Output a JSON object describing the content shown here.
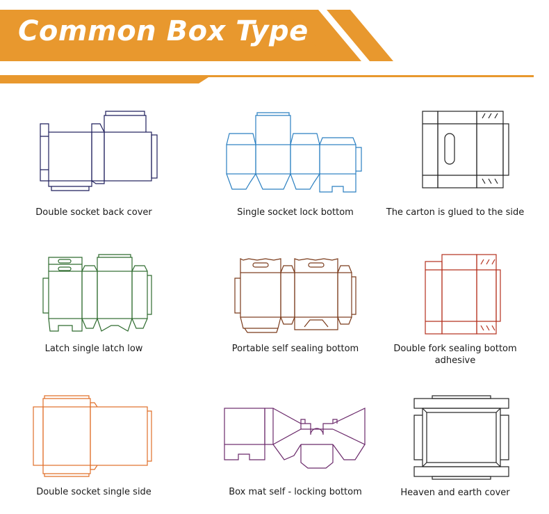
{
  "header": {
    "title": "Common Box Type"
  },
  "colors": {
    "accent": "#e8982e",
    "navy": "#1f1f5c",
    "blue": "#2a7fc1",
    "black": "#222222",
    "green": "#2e6b2e",
    "brown": "#7a3a1a",
    "red": "#b4301d",
    "orange": "#e06f28",
    "purple": "#6b2a6b"
  },
  "boxes": [
    {
      "label": "Double socket back cover"
    },
    {
      "label": "Single socket lock bottom"
    },
    {
      "label": "The carton is glued to the side"
    },
    {
      "label": "Latch single latch low"
    },
    {
      "label": "Portable self sealing bottom"
    },
    {
      "label": "Double fork sealing bottom adhesive"
    },
    {
      "label": "Double socket single side"
    },
    {
      "label": "Box mat self - locking bottom"
    },
    {
      "label": "Heaven and earth cover"
    }
  ]
}
